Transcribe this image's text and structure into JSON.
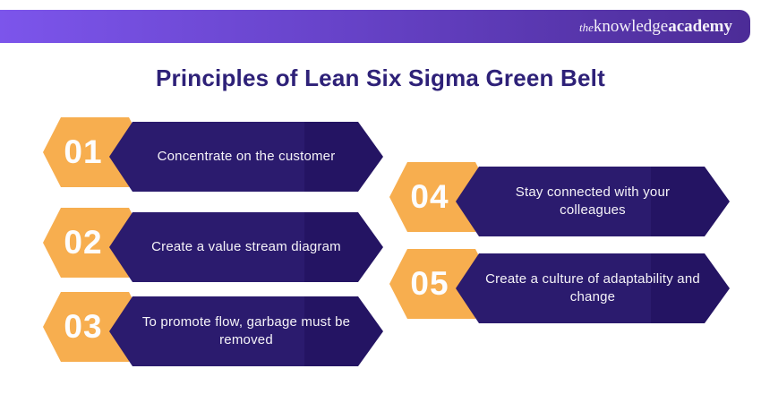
{
  "header": {
    "logo_the": "the",
    "logo_knowledge": "knowledge",
    "logo_academy": "academy"
  },
  "title": "Principles of Lean Six Sigma Green Belt",
  "items": [
    {
      "number": "01",
      "text": "Concentrate on the customer"
    },
    {
      "number": "02",
      "text": "Create a value stream diagram"
    },
    {
      "number": "03",
      "text": "To promote flow, garbage must be removed"
    },
    {
      "number": "04",
      "text": "Stay connected with your colleagues"
    },
    {
      "number": "05",
      "text": "Create a culture of adaptability and change"
    }
  ],
  "colors": {
    "header_gradient_left": "#7C55EB",
    "header_gradient_right": "#4C2C97",
    "badge_orange": "#F7AE4F",
    "banner_indigo": "#2A1A6B",
    "banner_arrow_indigo": "#241463",
    "title_indigo": "#2E2178",
    "text_white": "#FFFFFF"
  }
}
